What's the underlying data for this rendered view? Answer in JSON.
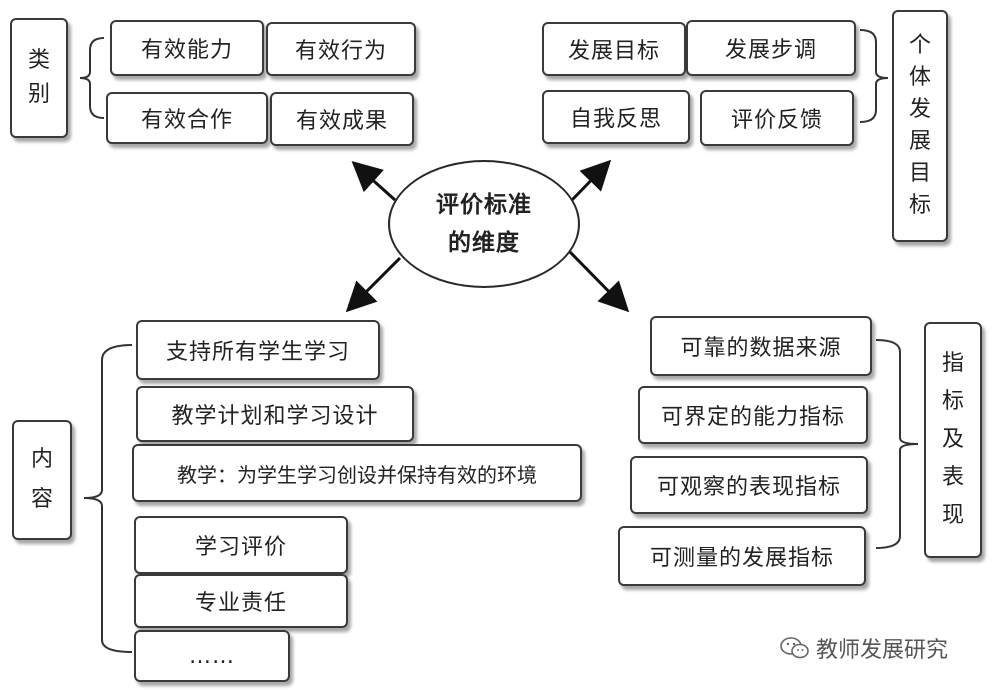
{
  "center": {
    "line1": "评价标准",
    "line2": "的维度"
  },
  "category": {
    "label": [
      "类",
      "别"
    ],
    "items": [
      "有效能力",
      "有效行为",
      "有效合作",
      "有效成果"
    ]
  },
  "goals": {
    "label": [
      "个",
      "体",
      "发",
      "展",
      "目",
      "标"
    ],
    "items": [
      "发展目标",
      "发展步调",
      "自我反思",
      "评价反馈"
    ]
  },
  "content": {
    "label": [
      "内",
      "容"
    ],
    "items": [
      "支持所有学生学习",
      "教学计划和学习设计",
      "教学：为学生学习创设并保持有效的环境",
      "学习评价",
      "专业责任",
      "……"
    ]
  },
  "indicators": {
    "label": [
      "指",
      "标",
      "及",
      "表",
      "现"
    ],
    "items": [
      "可靠的数据来源",
      "可界定的能力指标",
      "可观察的表现指标",
      "可测量的发展指标"
    ]
  },
  "watermark": {
    "text": "教师发展研究",
    "icon": "wechat-icon"
  }
}
